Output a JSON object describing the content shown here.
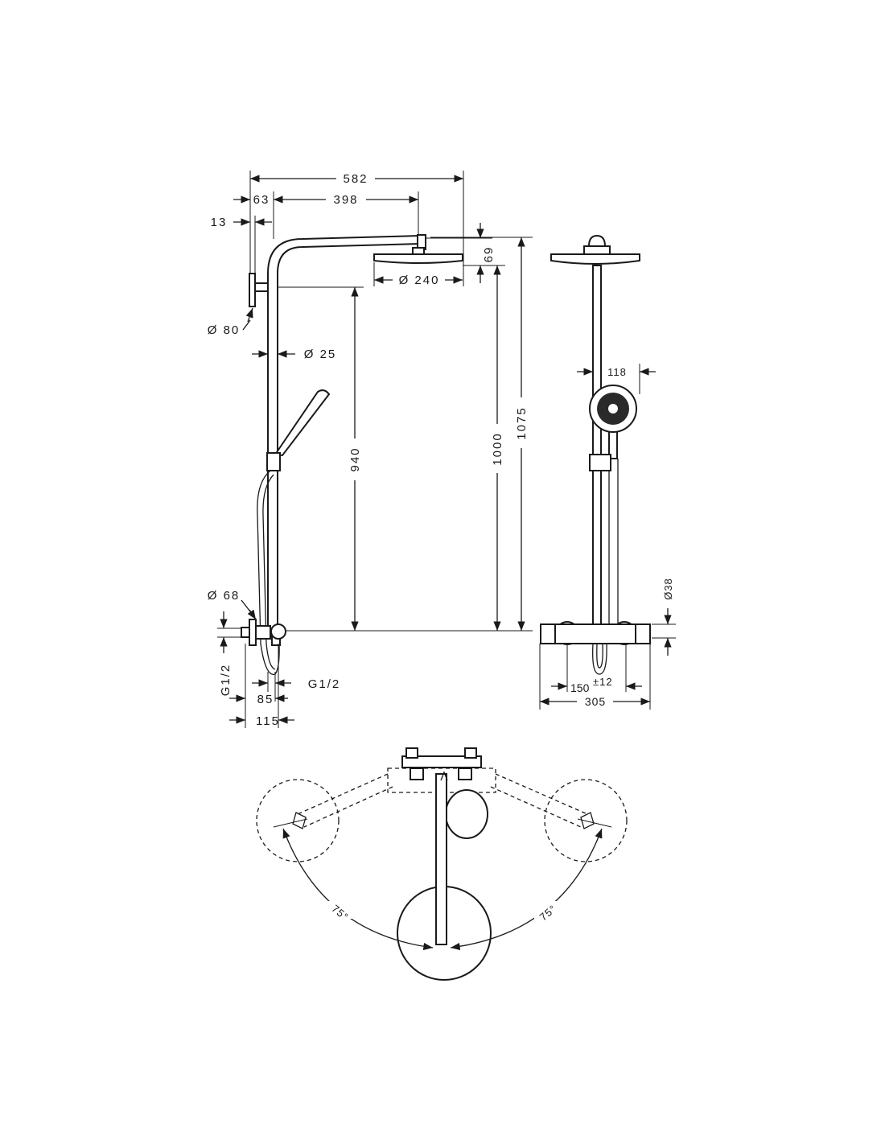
{
  "drawing": {
    "ink_color": "#1a1a1a",
    "side_view": {
      "dim_total_arm": "582",
      "dim_wall_to_rail": "63",
      "dim_arm_reach": "398",
      "dim_plate_thickness": "13",
      "dim_head_height": "69",
      "dim_head_diameter": "Ø 240",
      "dim_plate_diameter": "Ø 80",
      "dim_rail_diameter": "Ø 25",
      "dim_bracket_height": "940",
      "dim_head_bottom_height": "1000",
      "dim_total_height": "1075",
      "dim_mixer_diameter": "Ø 68",
      "dim_inlet_left": "G1/2",
      "dim_outlet": "G1/2",
      "dim_85": "85",
      "dim_115": "115"
    },
    "front_view": {
      "dim_handshower": "118",
      "dim_thermostat_diameter": "Ø38",
      "dim_centres": "150",
      "dim_centres_tolerance": "±12",
      "dim_width": "305"
    },
    "top_view": {
      "angle_left": "75°",
      "angle_right": "75°"
    }
  }
}
